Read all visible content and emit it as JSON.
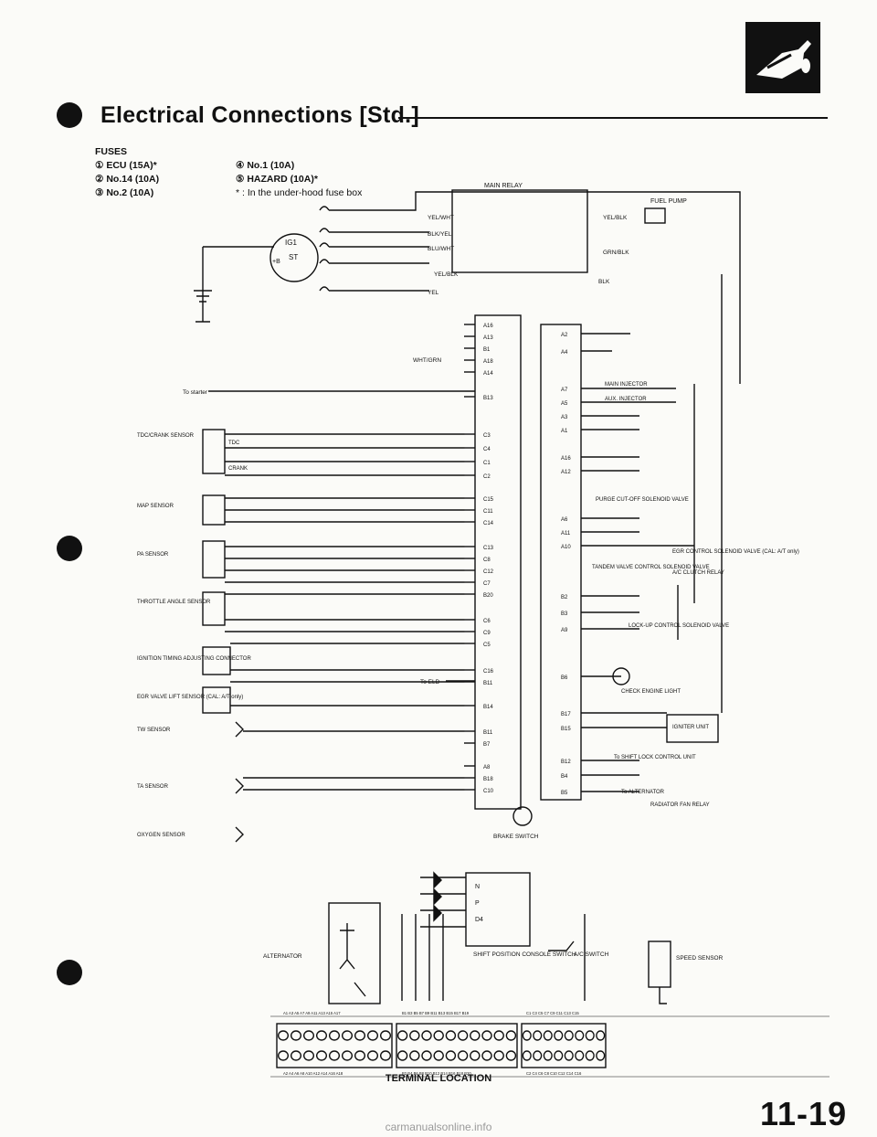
{
  "header": {
    "title": "Electrical Connections [Std.]"
  },
  "fuses": {
    "heading": "FUSES",
    "left": [
      "① ECU (15A)*",
      "② No.14 (10A)",
      "③ No.2 (10A)"
    ],
    "right": [
      "④ No.1 (10A)",
      "⑤ HAZARD (10A)*",
      "* : In the under-hood fuse box"
    ]
  },
  "left_components": [
    "TDC/CRANK SENSOR",
    "MAP SENSOR",
    "PA SENSOR",
    "THROTTLE ANGLE SENSOR",
    "IGNITION TIMING ADJUSTING CONNECTOR",
    "EGR VALVE LIFT SENSOR (CAL: A/T only)",
    "TW SENSOR",
    "TA SENSOR",
    "OXYGEN SENSOR",
    "ALTERNATOR"
  ],
  "right_components": [
    "MAIN RELAY",
    "FUEL PUMP",
    "MAIN INJECTOR",
    "AUX. INJECTOR",
    "PURGE CUT-OFF SOLENOID VALVE",
    "EGR CONTROL SOLENOID VALVE (CAL: A/T only)",
    "TANDEM VALVE CONTROL SOLENOID VALVE",
    "A/C CLUTCH RELAY",
    "LOCK-UP CONTROL SOLENOID VALVE",
    "CHECK ENGINE LIGHT",
    "IGNITER UNIT",
    "To SHIFT LOCK CONTROL UNIT",
    "To ALTERNATOR",
    "RADIATOR FAN RELAY",
    "SPEED SENSOR",
    "A/C SWITCH",
    "SHIFT POSITION CONSOLE SWITCH",
    "BRAKE SWITCH"
  ],
  "wire_labels": [
    "YEL/WHT",
    "BLK/YEL",
    "BLU/WHT",
    "YEL/BLK",
    "GRN/BLK",
    "BLK",
    "YEL/BLK",
    "YEL",
    "WHT/GRN"
  ],
  "misc_labels": {
    "starter": "To starter",
    "eld": "To ELD",
    "tdc": "TDC",
    "crank": "CRANK",
    "ig1": "IG1",
    "st": "ST",
    "plus_b": "+B",
    "shift_n": "N",
    "shift_p": "P",
    "shift_d4": "D4"
  },
  "ecu_pins_a": [
    "A16",
    "A13",
    "B1",
    "A18",
    "A14",
    "B13",
    "C3",
    "C4",
    "C1",
    "C2",
    "C15",
    "C11",
    "C14",
    "C13",
    "C8",
    "C12",
    "C7",
    "B20",
    "C6",
    "C9",
    "C5",
    "C16",
    "B11",
    "B14",
    "B11",
    "B7",
    "A8",
    "B18",
    "C10"
  ],
  "ecu_pins_b": [
    "A2",
    "A4",
    "A7",
    "A5",
    "A3",
    "A1",
    "A16",
    "A12",
    "A6",
    "A11",
    "A10",
    "B2",
    "B3",
    "A9",
    "B6",
    "B17",
    "B15",
    "B12",
    "B4",
    "B5"
  ],
  "terminal": {
    "title": "TERMINAL LOCATION",
    "top_a": "A1 A3 A5 A7 A9 A11 A13 A15 A17",
    "top_b": "B1 B3 B5 B7 B9 B11 B13 B15 B17 B19",
    "top_c": "C1 C3 C5 C7 C9 C11 C13 C15",
    "bottom_a": "A2 A4 A6 A8 A10 A12 A14 A16 A18",
    "bottom_b": "B2 B4 B6 B8 B10 B12 B14 B16 B18 B20",
    "bottom_c": "C2 C4 C6 C8 C10 C12 C14 C16"
  },
  "page_number": "11-19",
  "watermark": "carmanualsonline.info"
}
